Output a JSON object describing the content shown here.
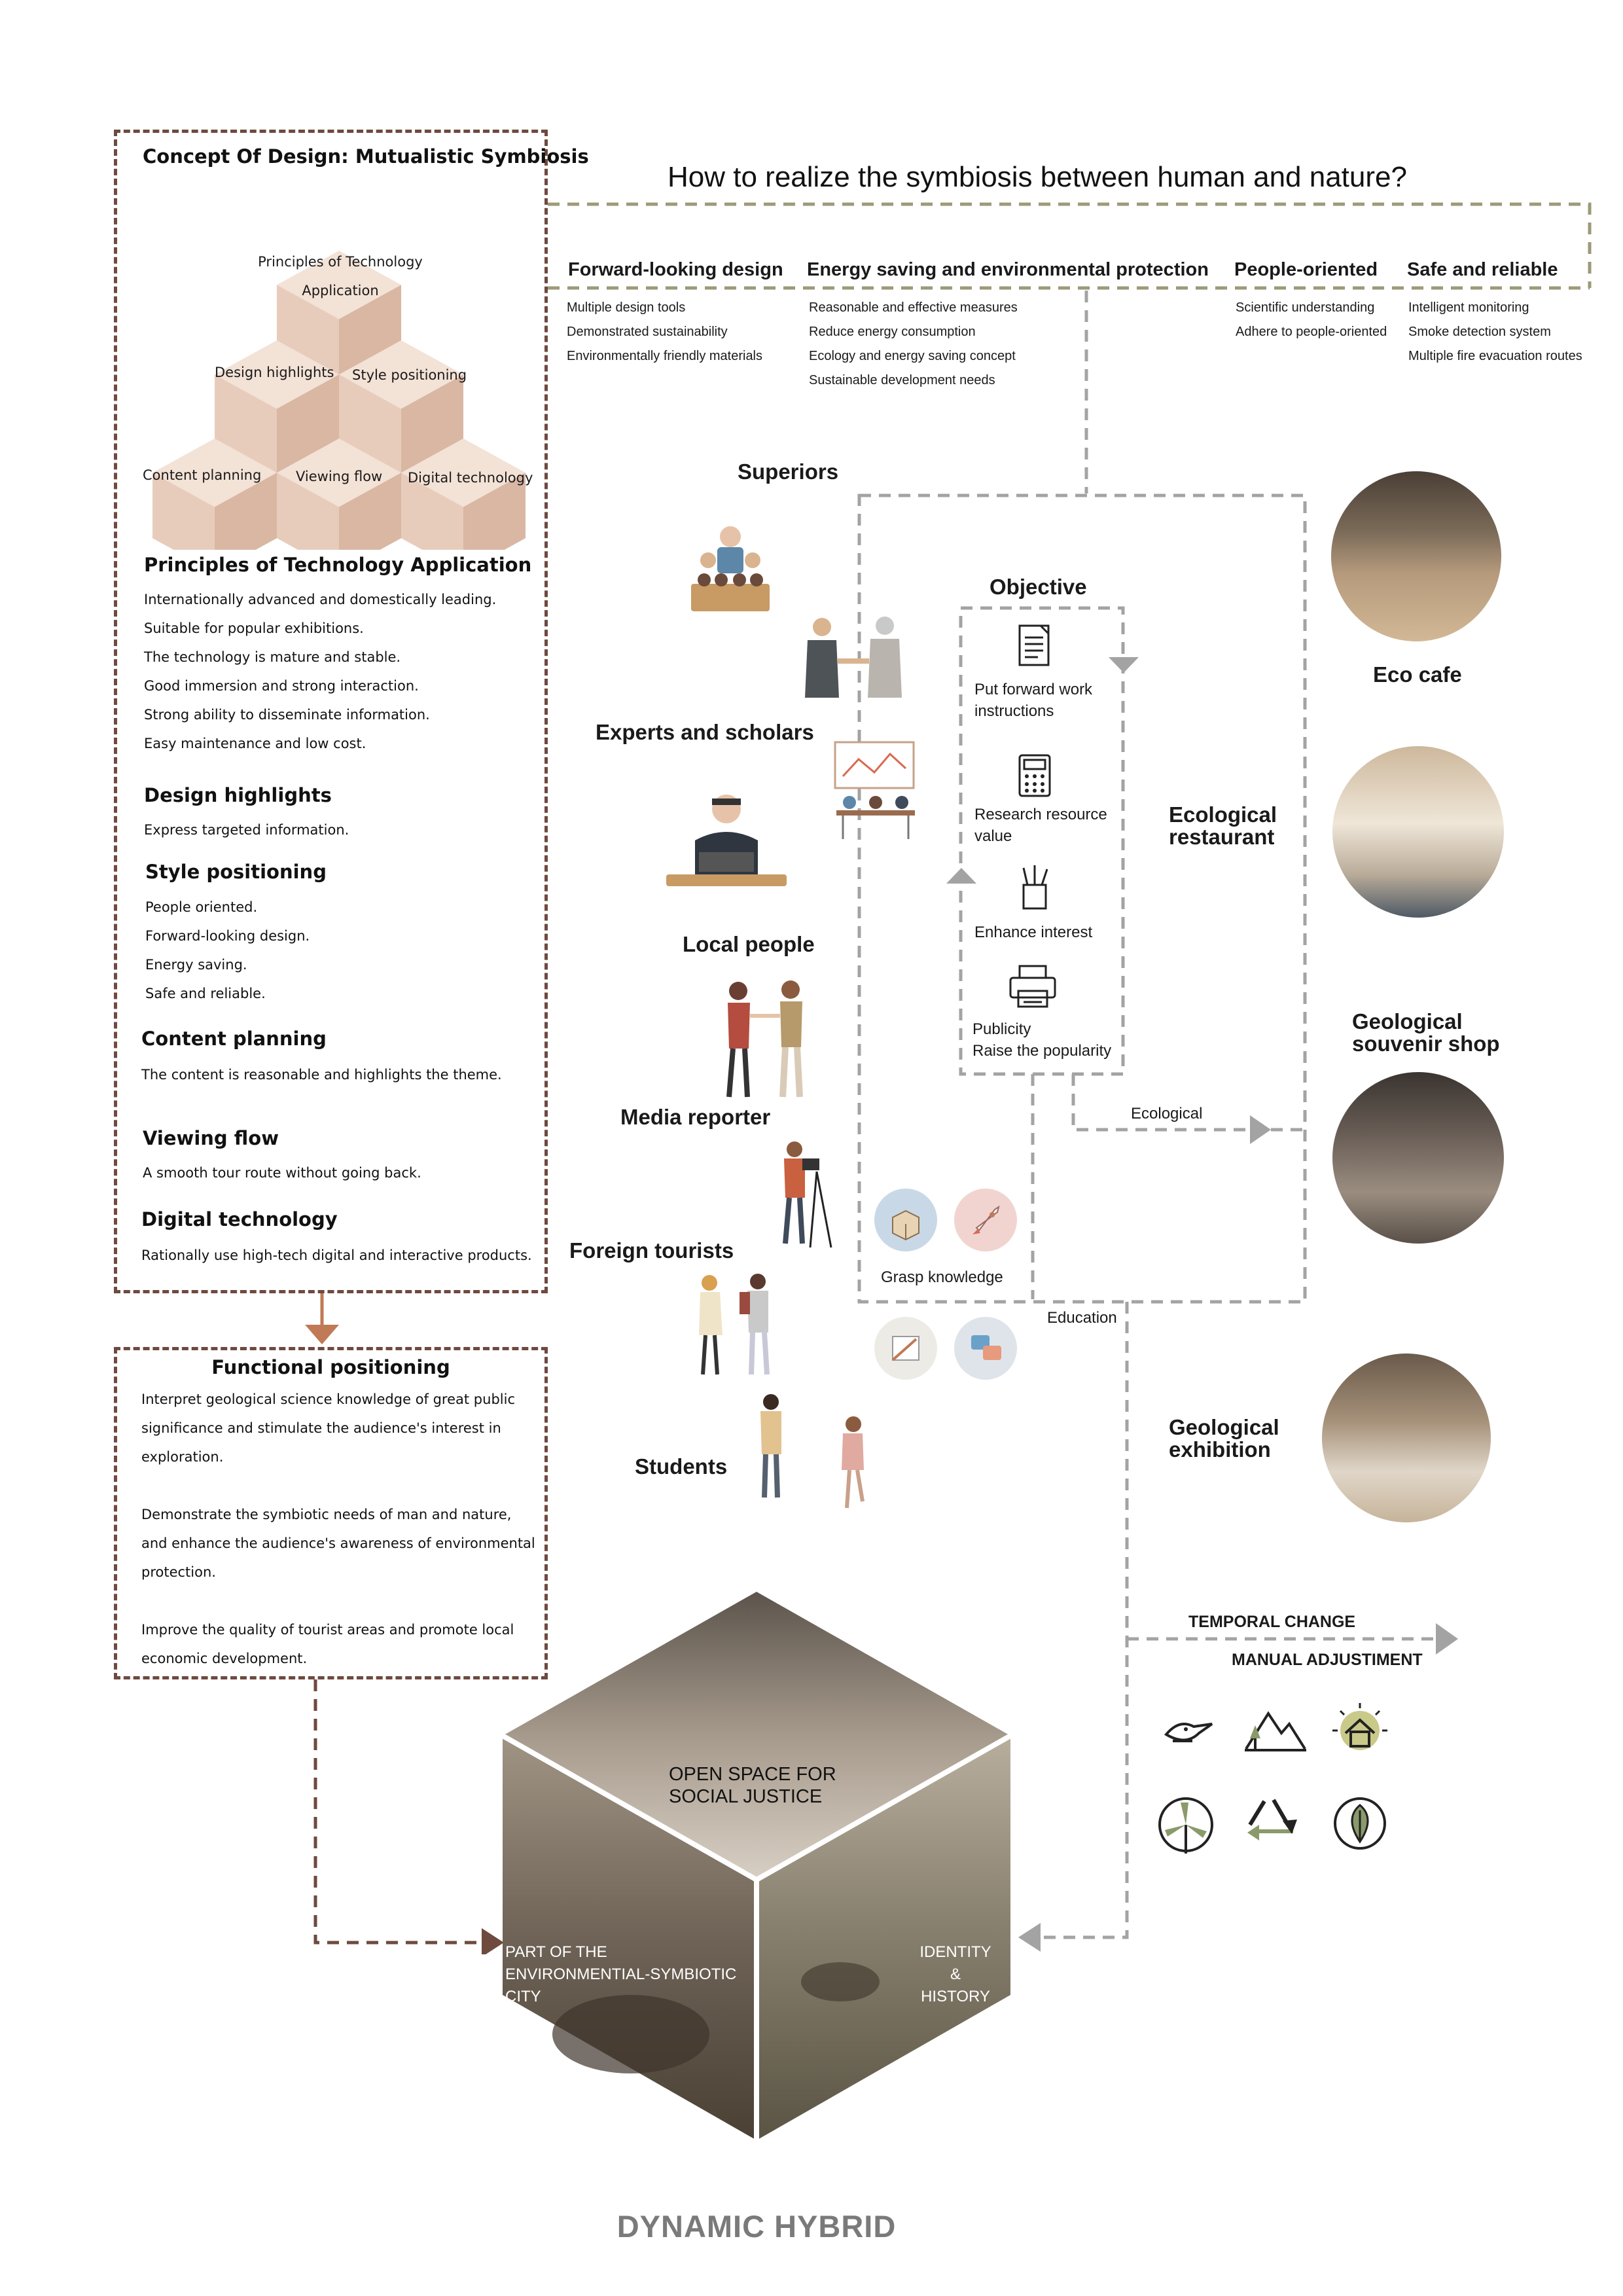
{
  "concept": {
    "title": "Concept Of Design: Mutualistic Symbiosis",
    "cubes": {
      "top": "Principles of Technology Application",
      "mid_left": "Design highlights",
      "mid_right": "Style positioning",
      "bot_left": "Content planning",
      "bot_mid": "Viewing flow",
      "bot_right": "Digital technology"
    },
    "sections": [
      {
        "heading": "Principles of Technology Application",
        "items": [
          "Internationally advanced and domestically leading.",
          "Suitable for popular exhibitions.",
          "The technology is mature and stable.",
          "Good immersion and strong interaction.",
          "Strong ability to disseminate information.",
          "Easy maintenance and low cost."
        ]
      },
      {
        "heading": "Design highlights",
        "items": [
          "Express targeted information."
        ]
      },
      {
        "heading": "Style positioning",
        "items": [
          "People oriented.",
          "Forward-looking design.",
          "Energy saving.",
          "Safe and reliable."
        ]
      },
      {
        "heading": "Content planning",
        "items": [
          "The content is reasonable and highlights the theme."
        ]
      },
      {
        "heading": "Viewing flow",
        "items": [
          "A smooth tour route without going back."
        ]
      },
      {
        "heading": "Digital technology",
        "items": [
          "Rationally use high-tech digital and interactive products."
        ]
      }
    ]
  },
  "functional": {
    "title": "Functional positioning",
    "paragraphs": [
      [
        "Interpret geological science knowledge of great public",
        "significance and stimulate the audience's interest in",
        "exploration."
      ],
      [
        "Demonstrate the symbiotic needs of man and nature,",
        "and enhance the audience's awareness of environmental",
        "protection."
      ],
      [
        "Improve the quality of tourist areas and promote local",
        "economic development."
      ]
    ]
  },
  "question": "How to realize the symbiosis between human and nature?",
  "categories": [
    {
      "title": "Forward-looking design",
      "items": [
        "Multiple design tools",
        "Demonstrated sustainability",
        "Environmentally friendly materials"
      ]
    },
    {
      "title": "Energy saving and environmental protection",
      "items": [
        "Reasonable and effective measures",
        "Reduce energy consumption",
        "Ecology and energy saving concept",
        "Sustainable development needs"
      ]
    },
    {
      "title": "People-oriented",
      "items": [
        "Scientific understanding",
        "Adhere to people-oriented"
      ]
    },
    {
      "title": "Safe and reliable",
      "items": [
        "Intelligent monitoring",
        "Smoke detection system",
        "Multiple fire evacuation routes"
      ]
    }
  ],
  "roles": [
    "Superiors",
    "Experts and scholars",
    "Local people",
    "Media reporter",
    "Foreign tourists",
    "Students"
  ],
  "objective": {
    "title": "Objective",
    "items": [
      [
        "Put forward work",
        "instructions"
      ],
      [
        "Research resource",
        "value"
      ],
      [
        "Enhance interest"
      ],
      [
        "Publicity",
        "Raise the popularity"
      ]
    ]
  },
  "grasp_knowledge": "Grasp knowledge",
  "ecological_label": "Ecological",
  "education_label": "Education",
  "venues": [
    "Eco cafe",
    [
      "Ecological",
      "restaurant"
    ],
    [
      "Geological",
      "souvenir shop"
    ],
    [
      "Geological",
      "exhibition"
    ]
  ],
  "temporal": {
    "line1": "TEMPORAL CHANGE",
    "line2": "MANUAL ADJUSTIMENT"
  },
  "eco_icons": [
    "bird-icon",
    "mountain-trees-icon",
    "eco-house-icon",
    "wind-turbine-icon",
    "recycle-icon",
    "leaf-icon"
  ],
  "hexagon": {
    "top": [
      "OPEN SPACE FOR",
      "SOCIAL JUSTICE"
    ],
    "left": [
      "PART OF THE",
      "ENVIRONMENTIAL-SYMBIOTIC",
      "CITY"
    ],
    "right": [
      "IDENTITY",
      "&",
      "HISTORY"
    ]
  },
  "bottom_title": "DYNAMIC HYBRID",
  "colors": {
    "brown_dash": "#6e4a3f",
    "grey_dash": "#a3a3a3",
    "olive_dash": "#9c9a78",
    "cube_light": "#f3e2d6",
    "cube_mid": "#e8ccbb",
    "cube_dark": "#d9b7a3",
    "arrow_orange": "#c07a55"
  }
}
